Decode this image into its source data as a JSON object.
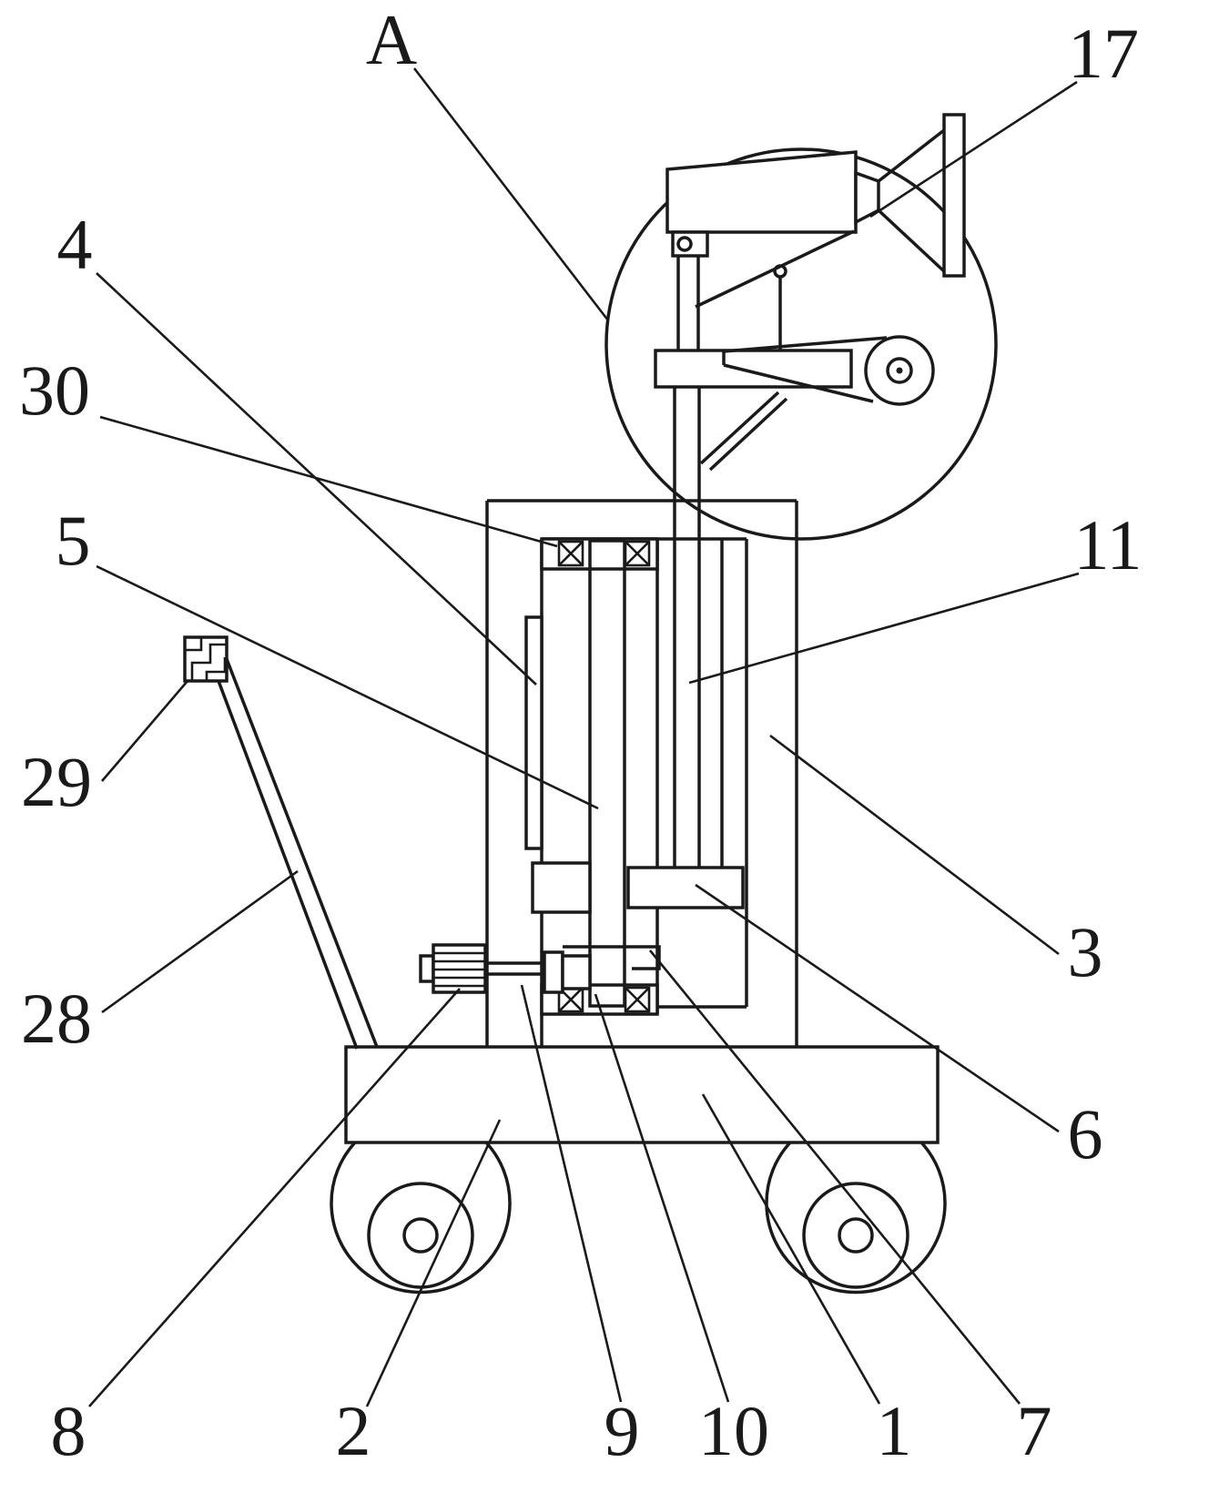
{
  "drawing": {
    "kind": "patent-figure",
    "labels": [
      {
        "id": "A",
        "text": "A"
      },
      {
        "id": "17",
        "text": "17"
      },
      {
        "id": "4",
        "text": "4"
      },
      {
        "id": "30",
        "text": "30"
      },
      {
        "id": "5",
        "text": "5"
      },
      {
        "id": "11",
        "text": "11"
      },
      {
        "id": "29",
        "text": "29"
      },
      {
        "id": "3",
        "text": "3"
      },
      {
        "id": "28",
        "text": "28"
      },
      {
        "id": "6",
        "text": "6"
      },
      {
        "id": "8",
        "text": "8"
      },
      {
        "id": "2",
        "text": "2"
      },
      {
        "id": "9",
        "text": "9"
      },
      {
        "id": "10",
        "text": "10"
      },
      {
        "id": "1",
        "text": "1"
      },
      {
        "id": "7",
        "text": "7"
      }
    ],
    "line_color": "#1a1a1a",
    "background_color": "#ffffff"
  }
}
